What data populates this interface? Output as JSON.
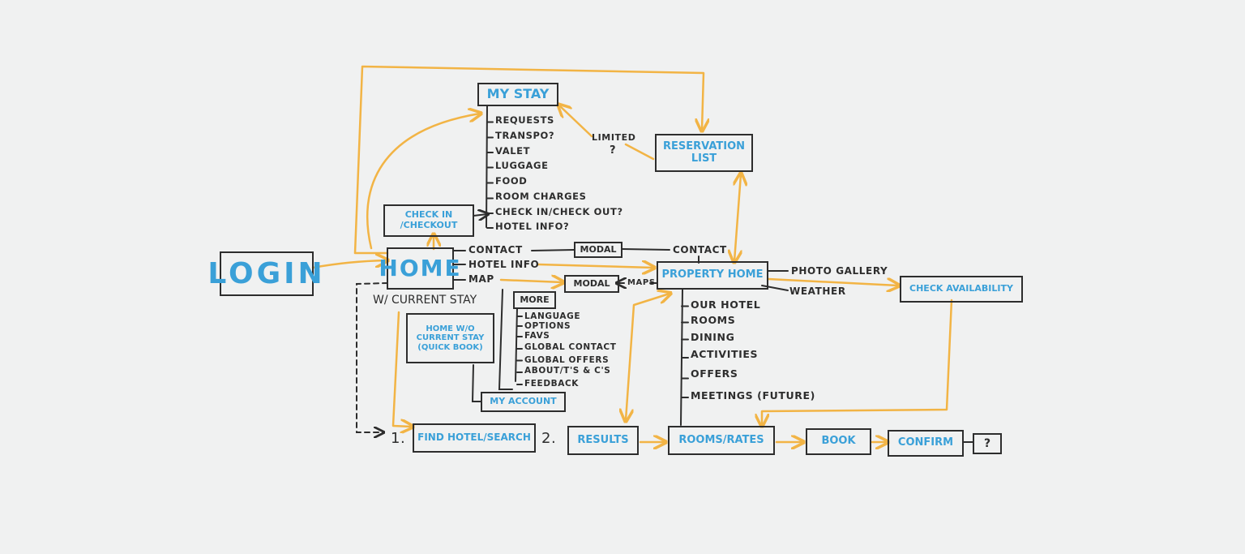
{
  "colors": {
    "background": "#f0f1f1",
    "ink": "#2d2d2d",
    "box_text": "#3aa0d8",
    "arrow": "#f2b445"
  },
  "nodes": {
    "login": "LOGIN",
    "home": "HOME",
    "my_stay": "MY STAY",
    "reservation_list": "RESERVATION LIST",
    "check_in_out": "CHECK IN /CHECKOUT",
    "property_home": "PROPERTY HOME",
    "check_availability": "CHECK AVAILABILITY",
    "modal_contact": "MODAL",
    "modal_map": "MODAL",
    "more": "MORE",
    "home_no_stay": "HOME W/O CURRENT STAY (QUICK BOOK)",
    "my_account": "MY ACCOUNT",
    "find_hotel": "FIND HOTEL/SEARCH",
    "results": "RESULTS",
    "rooms_rates": "ROOMS/RATES",
    "book": "BOOK",
    "confirm": "CONFIRM",
    "unknown": "?"
  },
  "my_stay_items": [
    "REQUESTS",
    "TRANSPO?",
    "VALET",
    "LUGGAGE",
    "FOOD",
    "ROOM CHARGES",
    "CHECK IN/CHECK OUT?",
    "HOTEL INFO?"
  ],
  "more_items": [
    "LANGUAGE",
    "OPTIONS",
    "FAVS",
    "GLOBAL CONTACT",
    "GLOBAL OFFERS",
    "ABOUT/T'S & C'S",
    "FEEDBACK"
  ],
  "property_items": [
    "OUR HOTEL",
    "ROOMS",
    "DINING",
    "ACTIVITIES",
    "OFFERS",
    "MEETINGS (FUTURE)"
  ],
  "labels": {
    "contact_home": "CONTACT",
    "hotel_info": "HOTEL INFO",
    "map": "MAP",
    "contact_property": "CONTACT",
    "photo_gallery": "PHOTO GALLERY",
    "weather": "WEATHER",
    "maps": "MAPS",
    "limited": "LIMITED",
    "limited_q": "?",
    "with_current_stay": "W/ CURRENT STAY",
    "step_1": "1.",
    "step_2": "2."
  }
}
